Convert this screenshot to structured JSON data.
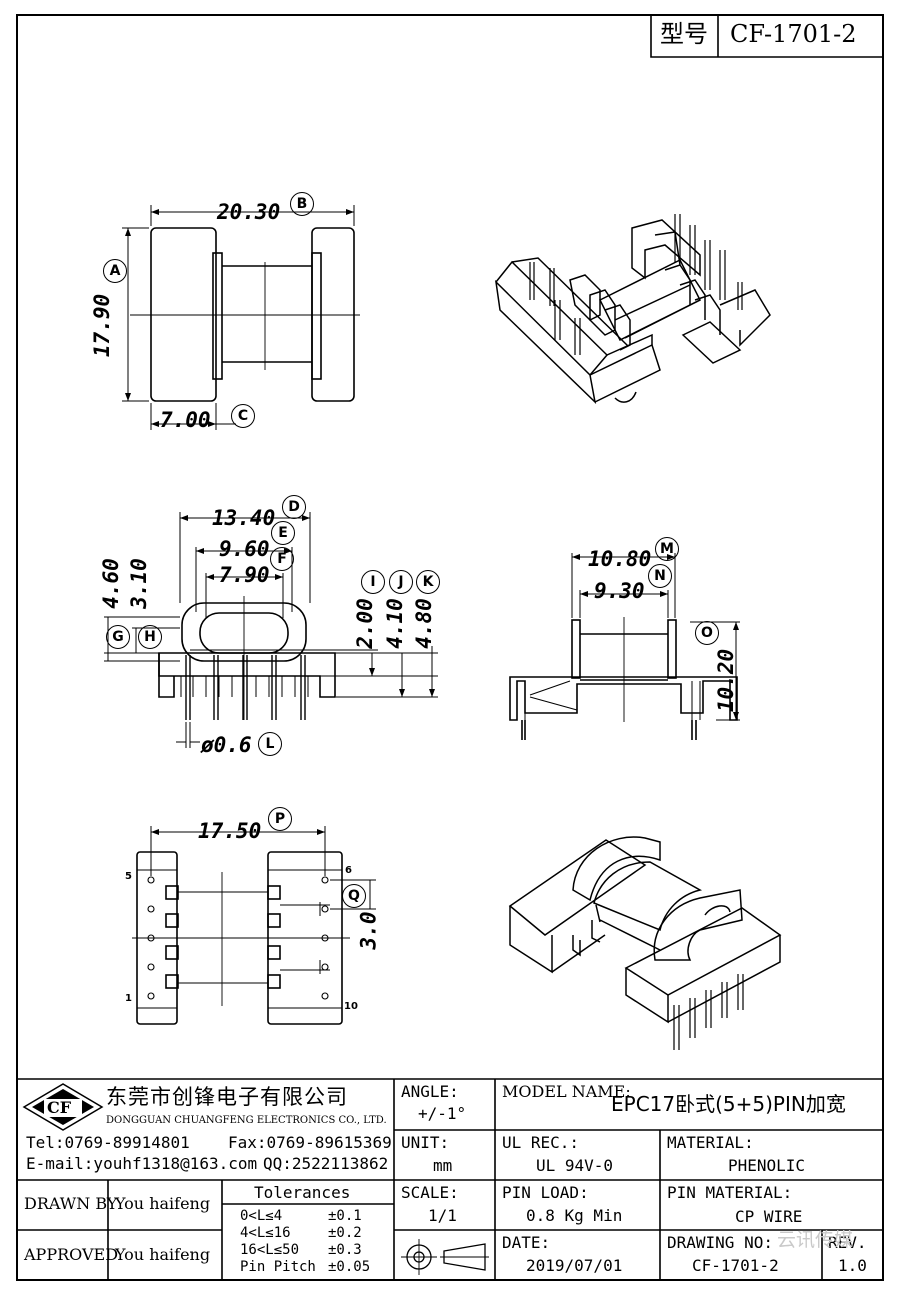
{
  "header": {
    "model_label": "型号",
    "model_id": "CF-1701-2"
  },
  "dimensions": {
    "A": {
      "label": "A",
      "value": "17.90"
    },
    "B": {
      "label": "B",
      "value": "20.30"
    },
    "C": {
      "label": "C",
      "value": "7.00"
    },
    "D": {
      "label": "D",
      "value": "13.40"
    },
    "E": {
      "label": "E",
      "value": "9.60"
    },
    "F": {
      "label": "F",
      "value": "7.90"
    },
    "G": {
      "label": "G",
      "value": "4.60"
    },
    "H": {
      "label": "H",
      "value": "3.10"
    },
    "I": {
      "label": "I",
      "value": "2.00"
    },
    "J": {
      "label": "J",
      "value": "4.10"
    },
    "K": {
      "label": "K",
      "value": "4.80"
    },
    "L": {
      "label": "L",
      "value": "ø0.6"
    },
    "M": {
      "label": "M",
      "value": "10.80"
    },
    "N": {
      "label": "N",
      "value": "9.30"
    },
    "O": {
      "label": "O",
      "value": "10.20"
    },
    "P": {
      "label": "P",
      "value": "17.50"
    },
    "Q": {
      "label": "Q",
      "value": "3.0"
    }
  },
  "pin_labels": {
    "p1": "1",
    "p5": "5",
    "p6": "6",
    "p10": "10"
  },
  "title_block": {
    "company_cn": "东莞市创锋电子有限公司",
    "company_en": "DONGGUAN CHUANGFENG ELECTRONICS CO., LTD.",
    "logo_text": "CF",
    "tel": "Tel:0769-89914801",
    "fax": "Fax:0769-89615369",
    "email": "E-mail:youhf1318@163.com",
    "qq": "QQ:2522113862",
    "angle_label": "ANGLE:",
    "angle_value": "+/-1°",
    "unit_label": "UNIT:",
    "unit_value": "mm",
    "scale_label": "SCALE:",
    "scale_value": "1/1",
    "model_name_label": "MODEL NAME:",
    "model_name_value": "EPC17卧式(5+5)PIN加宽",
    "ul_label": "UL REC.:",
    "ul_value": "UL 94V-0",
    "material_label": "MATERIAL:",
    "material_value": "PHENOLIC",
    "pin_load_label": "PIN LOAD:",
    "pin_load_value": "0.8 Kg Min",
    "pin_material_label": "PIN MATERIAL:",
    "pin_material_value": "CP WIRE",
    "date_label": "DATE:",
    "date_value": "2019/07/01",
    "drawing_no_label": "DRAWING NO:",
    "drawing_no_value": "CF-1701-2",
    "rev_label": "REV.",
    "rev_value": "1.0",
    "drawn_by_label": "DRAWN BY",
    "drawn_by_value": "You haifeng",
    "approved_label": "APPROVED",
    "approved_value": "You haifeng",
    "tolerances_title": "Tolerances",
    "tol_rows": [
      {
        "range": "0<L≤4",
        "tol": "±0.1"
      },
      {
        "range": "4<L≤16",
        "tol": "±0.2"
      },
      {
        "range": "16<L≤50",
        "tol": "±0.3"
      },
      {
        "range": "Pin Pitch",
        "tol": "±0.05"
      }
    ],
    "watermark": "云讯传媒"
  },
  "colors": {
    "line": "#000000",
    "background": "#ffffff",
    "watermark": "#c9c9c9"
  }
}
